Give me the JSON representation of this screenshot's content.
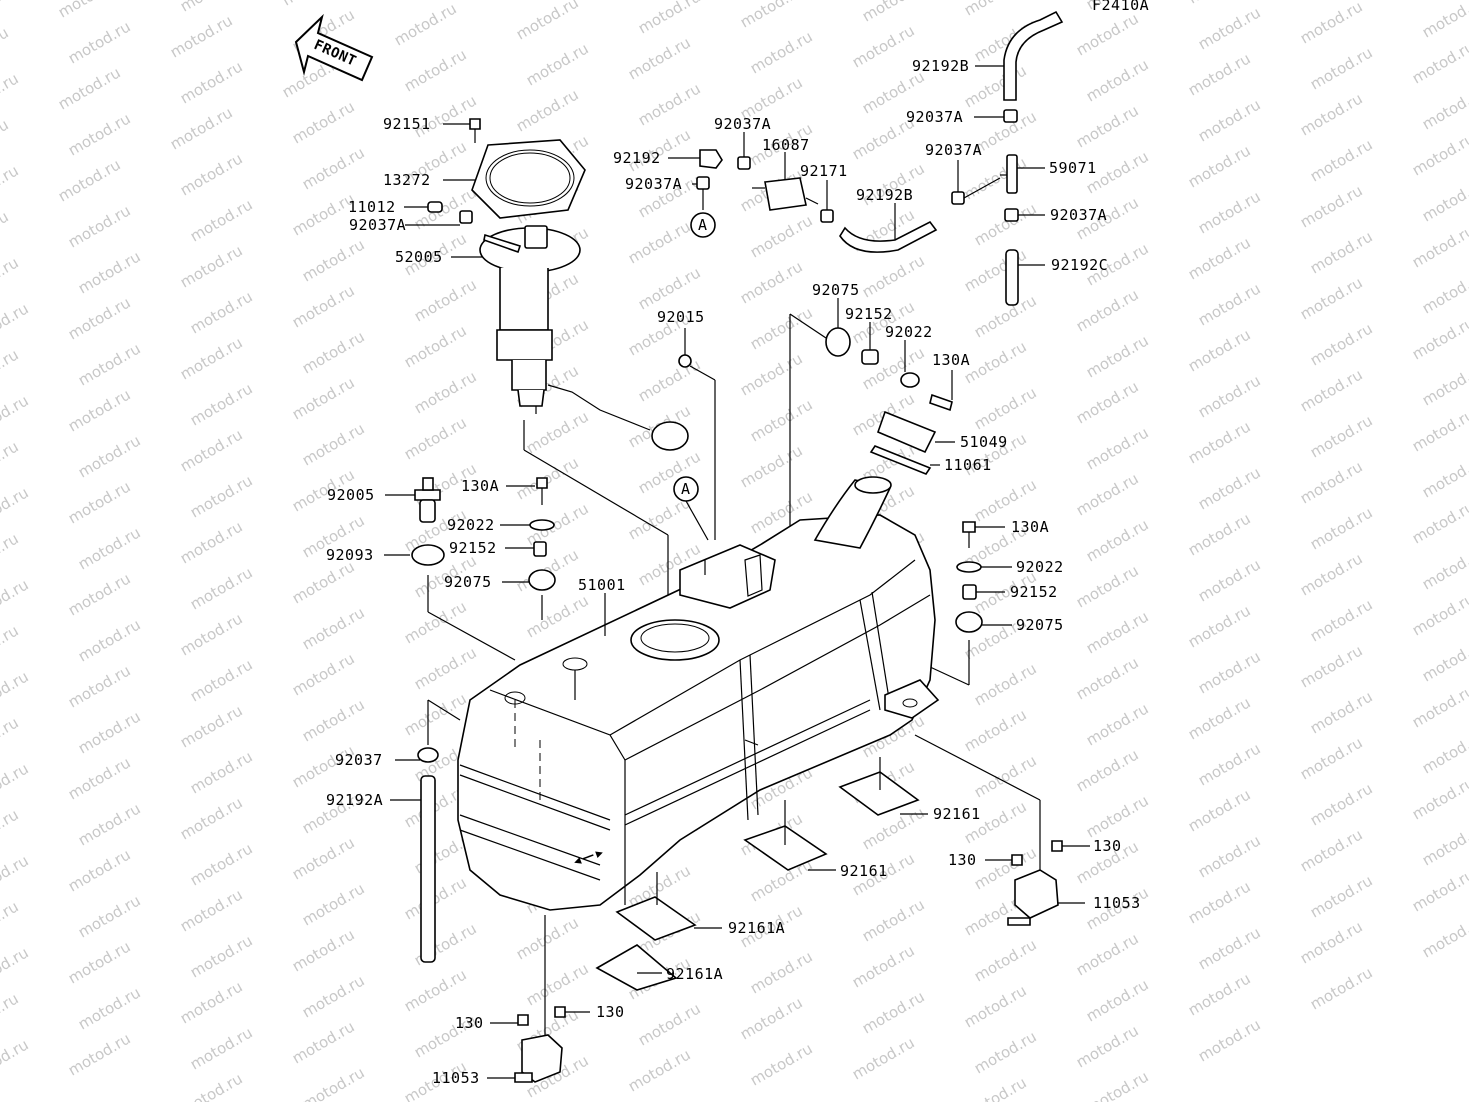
{
  "diagram_code": "F2410A",
  "front_label": "FRONT",
  "watermark": "motod.ru",
  "callout_a": "A",
  "labels": {
    "p92151": "92151",
    "p13272": "13272",
    "p11012": "11012",
    "p92037A_fp": "92037A",
    "p52005": "52005",
    "p92192_top": "92192",
    "p92037A_t1": "92037A",
    "p92037A_t2": "92037A",
    "p16087": "16087",
    "p92171": "92171",
    "p92192B_mid": "92192B",
    "p92037A_t3": "92037A",
    "p92192B_top": "92192B",
    "p92037A_t4": "92037A",
    "p59071": "59071",
    "p92037A_t5": "92037A",
    "p92192C": "92192C",
    "p92075_top": "92075",
    "p92152_top": "92152",
    "p92022_top": "92022",
    "p130A_top": "130A",
    "p92015": "92015",
    "p51049": "51049",
    "p11061": "11061",
    "p92005": "92005",
    "p130A_l": "130A",
    "p92022_l": "92022",
    "p92093": "92093",
    "p92152_l": "92152",
    "p92075_l": "92075",
    "p51001": "51001",
    "p130A_r": "130A",
    "p92022_r": "92022",
    "p92152_r": "92152",
    "p92075_r": "92075",
    "p92037": "92037",
    "p92192A": "92192A",
    "p92161_r": "92161",
    "p92161_m": "92161",
    "p92161A_1": "92161A",
    "p92161A_2": "92161A",
    "p130_br1": "130",
    "p130_br2": "130",
    "p11053_r": "11053",
    "p130_bl1": "130",
    "p130_bl2": "130",
    "p11053_l": "11053"
  }
}
